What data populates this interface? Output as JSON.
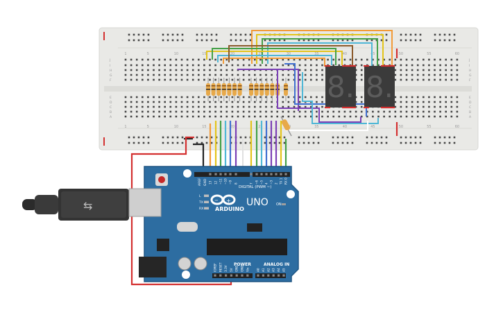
{
  "breadboard": {
    "column_numbers_top": [
      "1",
      "5",
      "10",
      "15",
      "20",
      "25",
      "30",
      "35",
      "40",
      "45",
      "50",
      "55",
      "60"
    ],
    "column_numbers_bottom": [
      "1",
      "5",
      "10",
      "15",
      "20",
      "25",
      "30",
      "35",
      "40",
      "45",
      "50",
      "55",
      "60"
    ],
    "row_letters_top": [
      "J",
      "I",
      "H",
      "G",
      "F"
    ],
    "row_letters_bottom": [
      "E",
      "D",
      "C",
      "B",
      "A"
    ]
  },
  "display": {
    "segment_glyph": "8.",
    "count": 2
  },
  "arduino": {
    "logo_text": "ARDUINO",
    "model": "UNO",
    "digital_label": "DIGITAL (PWM ~)",
    "power_label": "POWER",
    "analog_label": "ANALOG IN",
    "aref_label": "AREF",
    "gnd_label": "GND",
    "digital_pins": [
      "13",
      "12",
      "~11",
      "~10",
      "~9",
      "8",
      "7",
      "~6",
      "~5",
      "4",
      "~3",
      "2",
      "TX 1",
      "RX 0"
    ],
    "power_pins": [
      "IOREF",
      "RESET",
      "3.3V",
      "5V",
      "GND",
      "GND",
      "Vin"
    ],
    "analog_pins": [
      "A0",
      "A1",
      "A2",
      "A3",
      "A4",
      "A5"
    ],
    "led_labels": [
      "L",
      "TX",
      "RX"
    ],
    "on_label": "ON"
  },
  "colors": {
    "board_bg": "#e9e9e6",
    "arduino_blue": "#2d6da1",
    "wire_red": "#d32f2f",
    "wire_orange": "#f29b38",
    "wire_yellow": "#e3c41a",
    "wire_green": "#43a047",
    "wire_cyan": "#4fb7d6",
    "wire_blue": "#3f6fd1",
    "wire_purple": "#7b3fb5",
    "wire_brown": "#8a5a2b",
    "wire_black": "#222222",
    "wire_white": "#ffffff",
    "resistor_body": "#e7a94a",
    "display_body": "#3b3b3b",
    "segment_off": "#5c5c5c"
  }
}
